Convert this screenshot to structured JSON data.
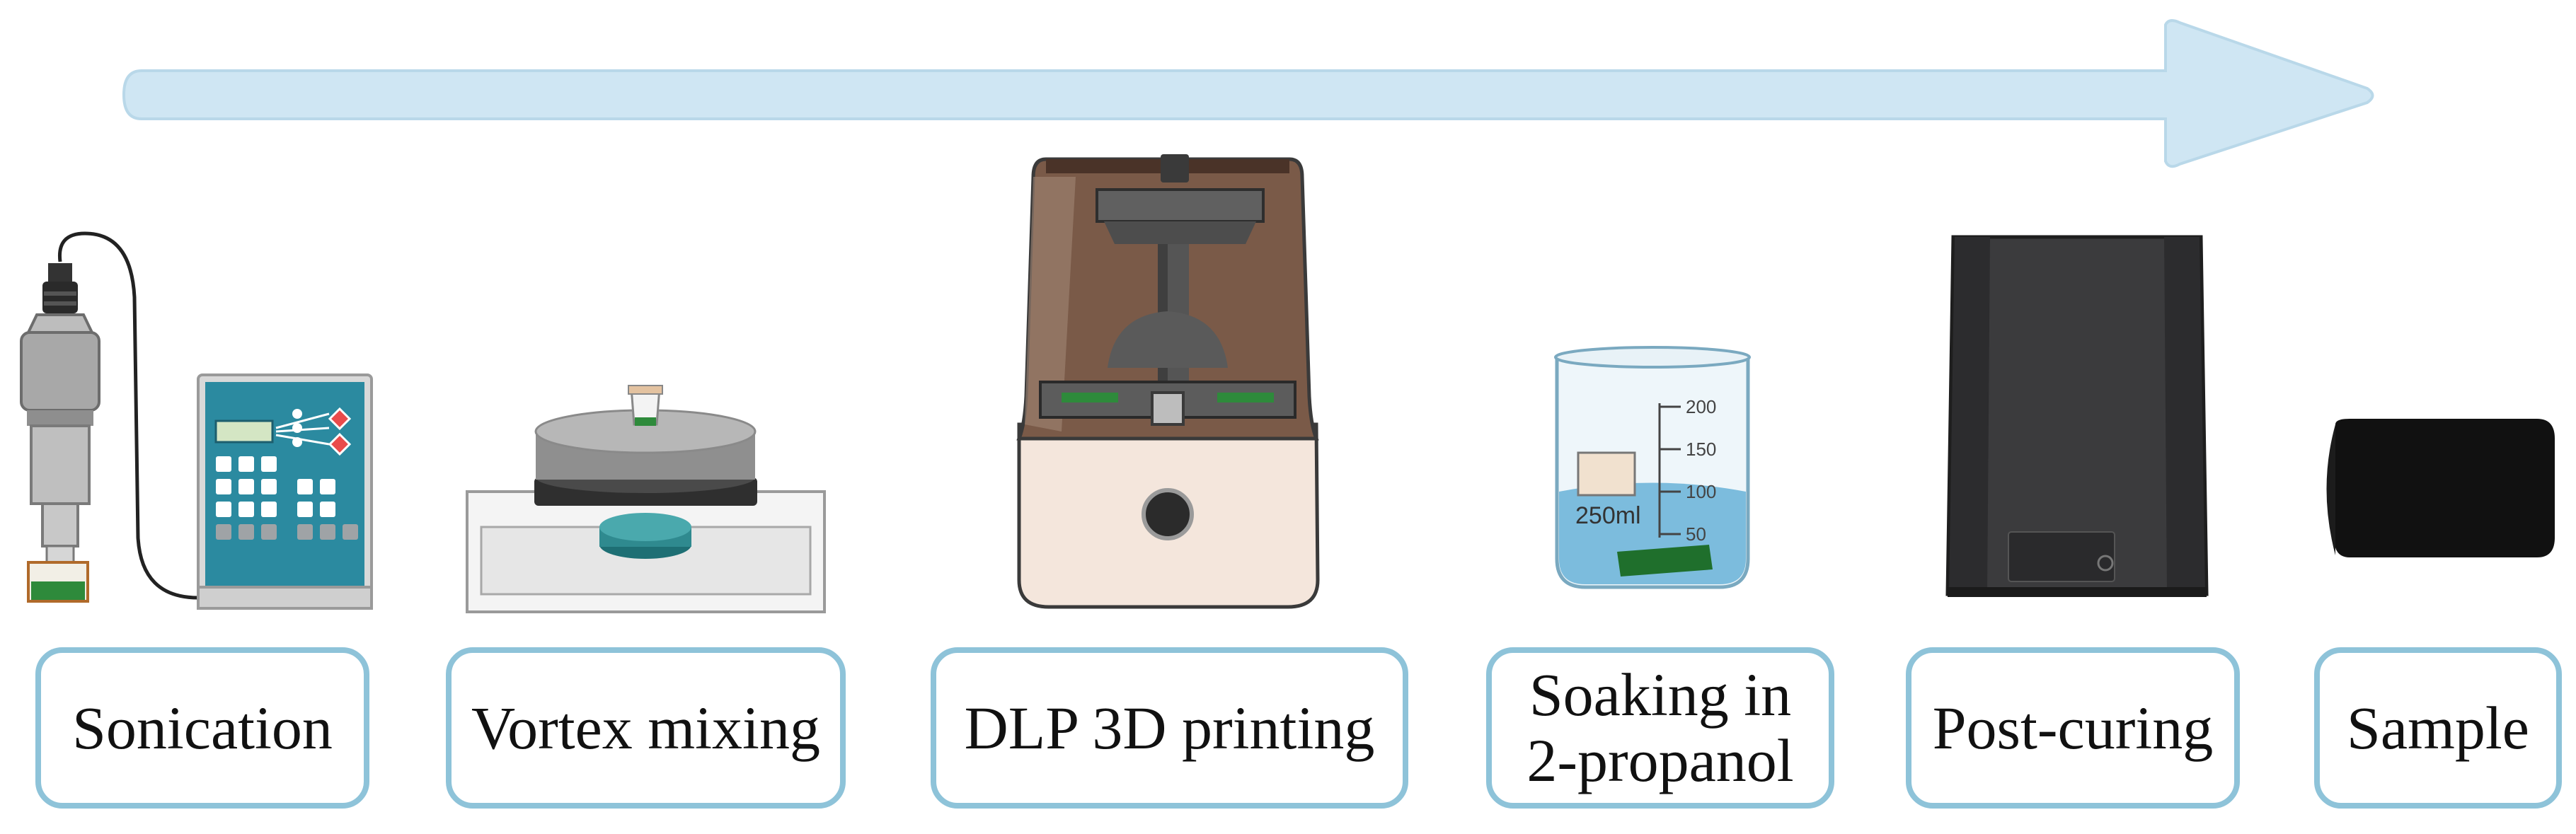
{
  "steps": [
    {
      "id": "sonication",
      "label": "Sonication"
    },
    {
      "id": "vortex",
      "label": "Vortex mixing"
    },
    {
      "id": "printing",
      "label": "DLP 3D printing"
    },
    {
      "id": "soaking",
      "label_line1": "Soaking in",
      "label_line2": "2-propanol"
    },
    {
      "id": "postcuring",
      "label": "Post-curing"
    },
    {
      "id": "sample",
      "label": "Sample"
    }
  ],
  "beaker": {
    "volume_label": "250ml",
    "ticks": [
      "200",
      "150",
      "100",
      "50"
    ]
  },
  "colors": {
    "arrow_fill": "#cfe6f3",
    "arrow_stroke": "#b9d8e9",
    "box_border": "#8ec3d9",
    "sonicator_panel": "#2b8aa0",
    "printer_body": "#f4e6dc",
    "printer_hood": "#7a5a48",
    "curing_box": "#3b3b3d",
    "sample": "#111111",
    "liquid": "#6fb6d9"
  }
}
